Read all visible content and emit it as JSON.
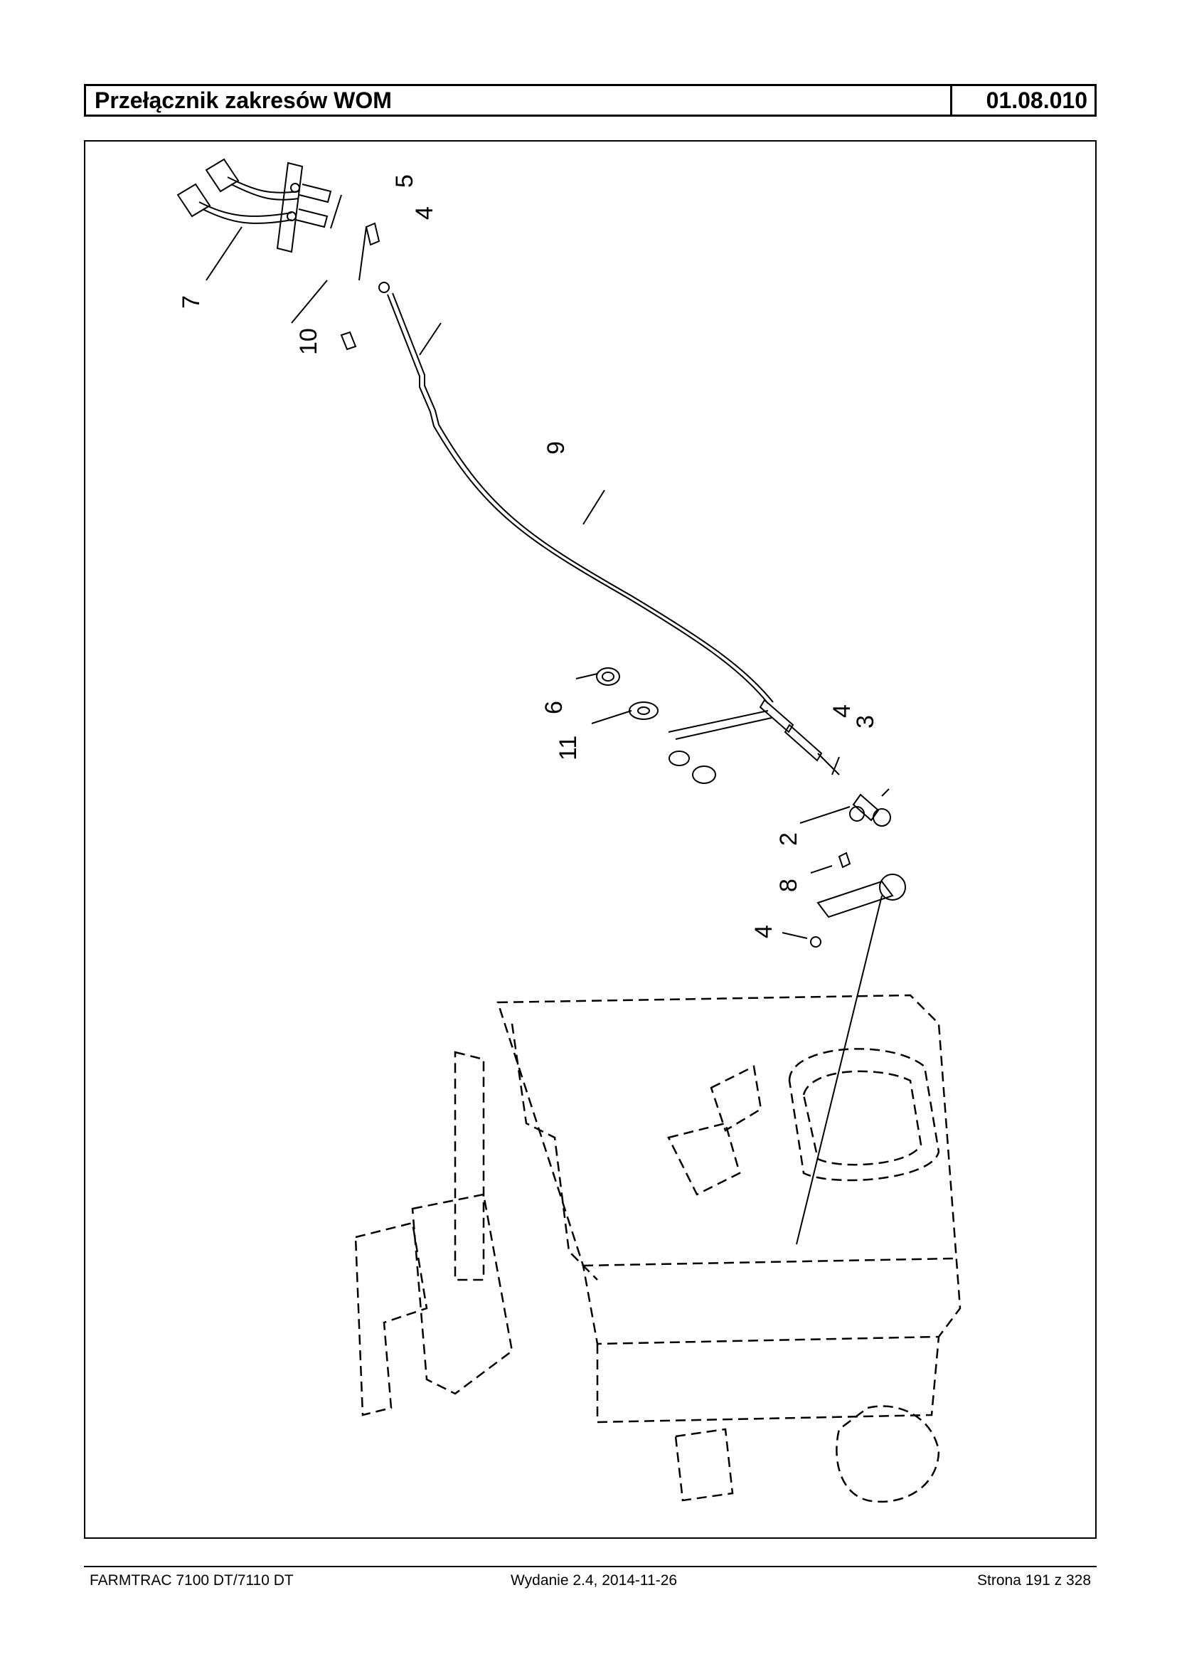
{
  "header": {
    "title": "Przełącznik zakresów WOM",
    "code": "01.08.010"
  },
  "diagram": {
    "callouts": [
      "7",
      "5",
      "4",
      "10",
      "9",
      "6",
      "11",
      "4",
      "3",
      "2",
      "8",
      "4"
    ]
  },
  "footer": {
    "model": "FARMTRAC 7100 DT/7110 DT",
    "edition": "Wydanie 2.4,  2014-11-26",
    "page": "Strona 191 z 328"
  }
}
